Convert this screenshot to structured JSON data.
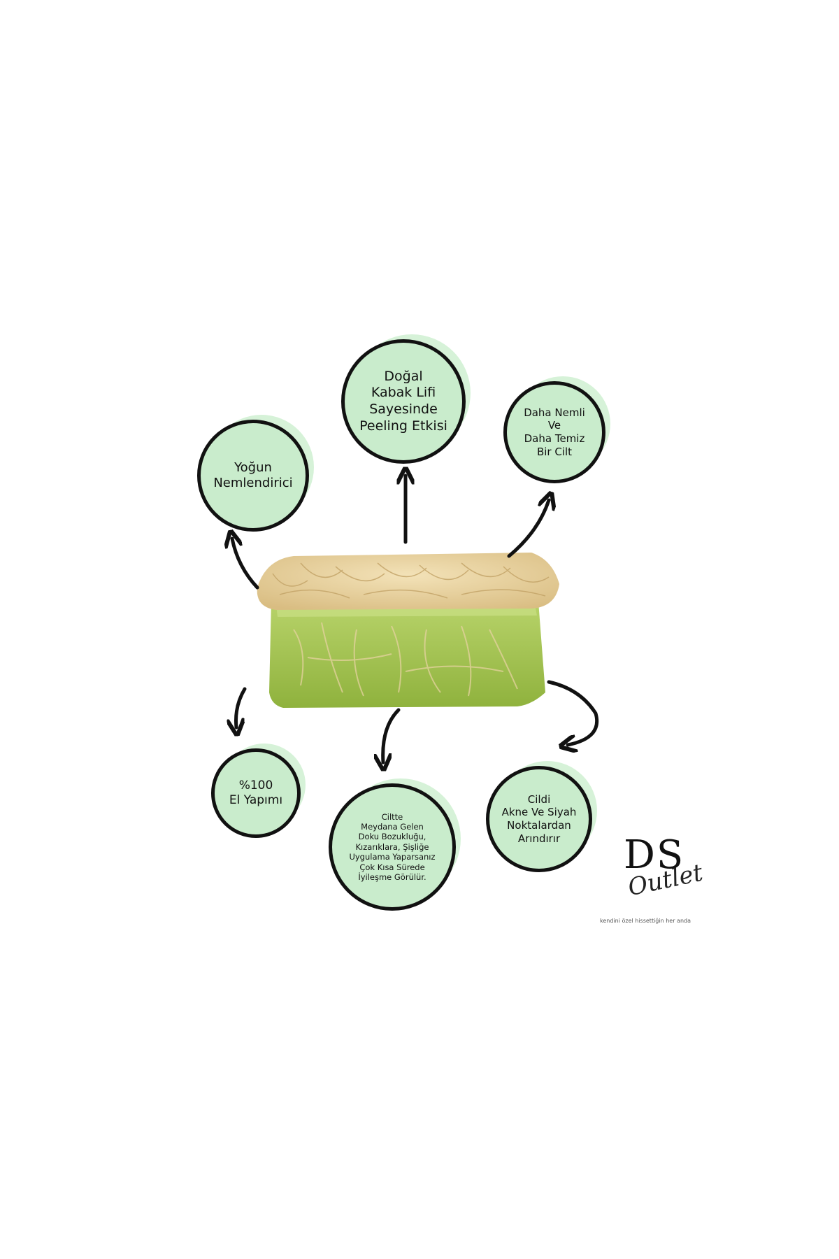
{
  "features": [
    {
      "id": "peeling",
      "text": "Doğal\nKabak Lifi\nSayesinde\nPeeling Etkisi"
    },
    {
      "id": "moisture",
      "text": "Yoğun\nNemlendirici"
    },
    {
      "id": "skin",
      "text": "Daha Nemli\nVe\nDaha Temiz\nBir Cilt"
    },
    {
      "id": "handmade",
      "text": "%100\nEl Yapımı"
    },
    {
      "id": "healing",
      "text": "Ciltte\nMeydana Gelen\nDoku Bozukluğu,\nKızarıklara, Şişliğe\nUygulama Yaparsanız\nÇok Kısa Sürede\nİyileşme Görülür."
    },
    {
      "id": "acne",
      "text": "Cildi\nAkne Ve Siyah\nNoktalardan\nArındırır"
    }
  ],
  "brand": {
    "initials": "DS",
    "script": "Outlet",
    "tagline": "kendini özel hissettiğin her anda"
  },
  "colors": {
    "circle_fill": "#c9eccc",
    "circle_border": "#111111",
    "soap": "#9cbf4a",
    "loofah": "#e8d3a2"
  }
}
